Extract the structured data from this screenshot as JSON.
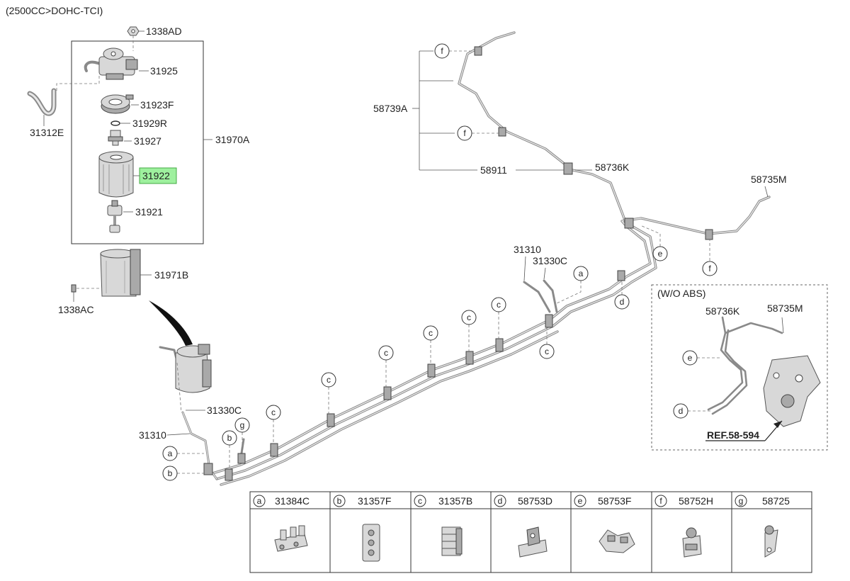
{
  "header": {
    "title": "(2500CC>DOHC-TCI)"
  },
  "parts": {
    "p1338AD": "1338AD",
    "p31925": "31925",
    "p31923F": "31923F",
    "p31929R": "31929R",
    "p31927": "31927",
    "p31922": "31922",
    "p31921": "31921",
    "p31970A": "31970A",
    "p31312E": "31312E",
    "p31971B": "31971B",
    "p1338AC": "1338AC",
    "p31330C_low": "31330C",
    "p31310_low": "31310",
    "p31310_up": "31310",
    "p31330C_up": "31330C",
    "p58739A": "58739A",
    "p58911": "58911",
    "p58736K": "58736K",
    "p58735M": "58735M"
  },
  "inset": {
    "title": "(W/O ABS)",
    "p58736K": "58736K",
    "p58735M": "58735M",
    "ref": "REF.58-594"
  },
  "callouts": {
    "a": "a",
    "b": "b",
    "c": "c",
    "d": "d",
    "e": "e",
    "f": "f",
    "g": "g"
  },
  "legend": [
    {
      "letter": "a",
      "part": "31384C"
    },
    {
      "letter": "b",
      "part": "31357F"
    },
    {
      "letter": "c",
      "part": "31357B"
    },
    {
      "letter": "d",
      "part": "58753D"
    },
    {
      "letter": "e",
      "part": "58753F"
    },
    {
      "letter": "f",
      "part": "58752H"
    },
    {
      "letter": "g",
      "part": "58725"
    }
  ],
  "colors": {
    "highlight": "#9ef09e",
    "tube": "#8a8a8a"
  }
}
